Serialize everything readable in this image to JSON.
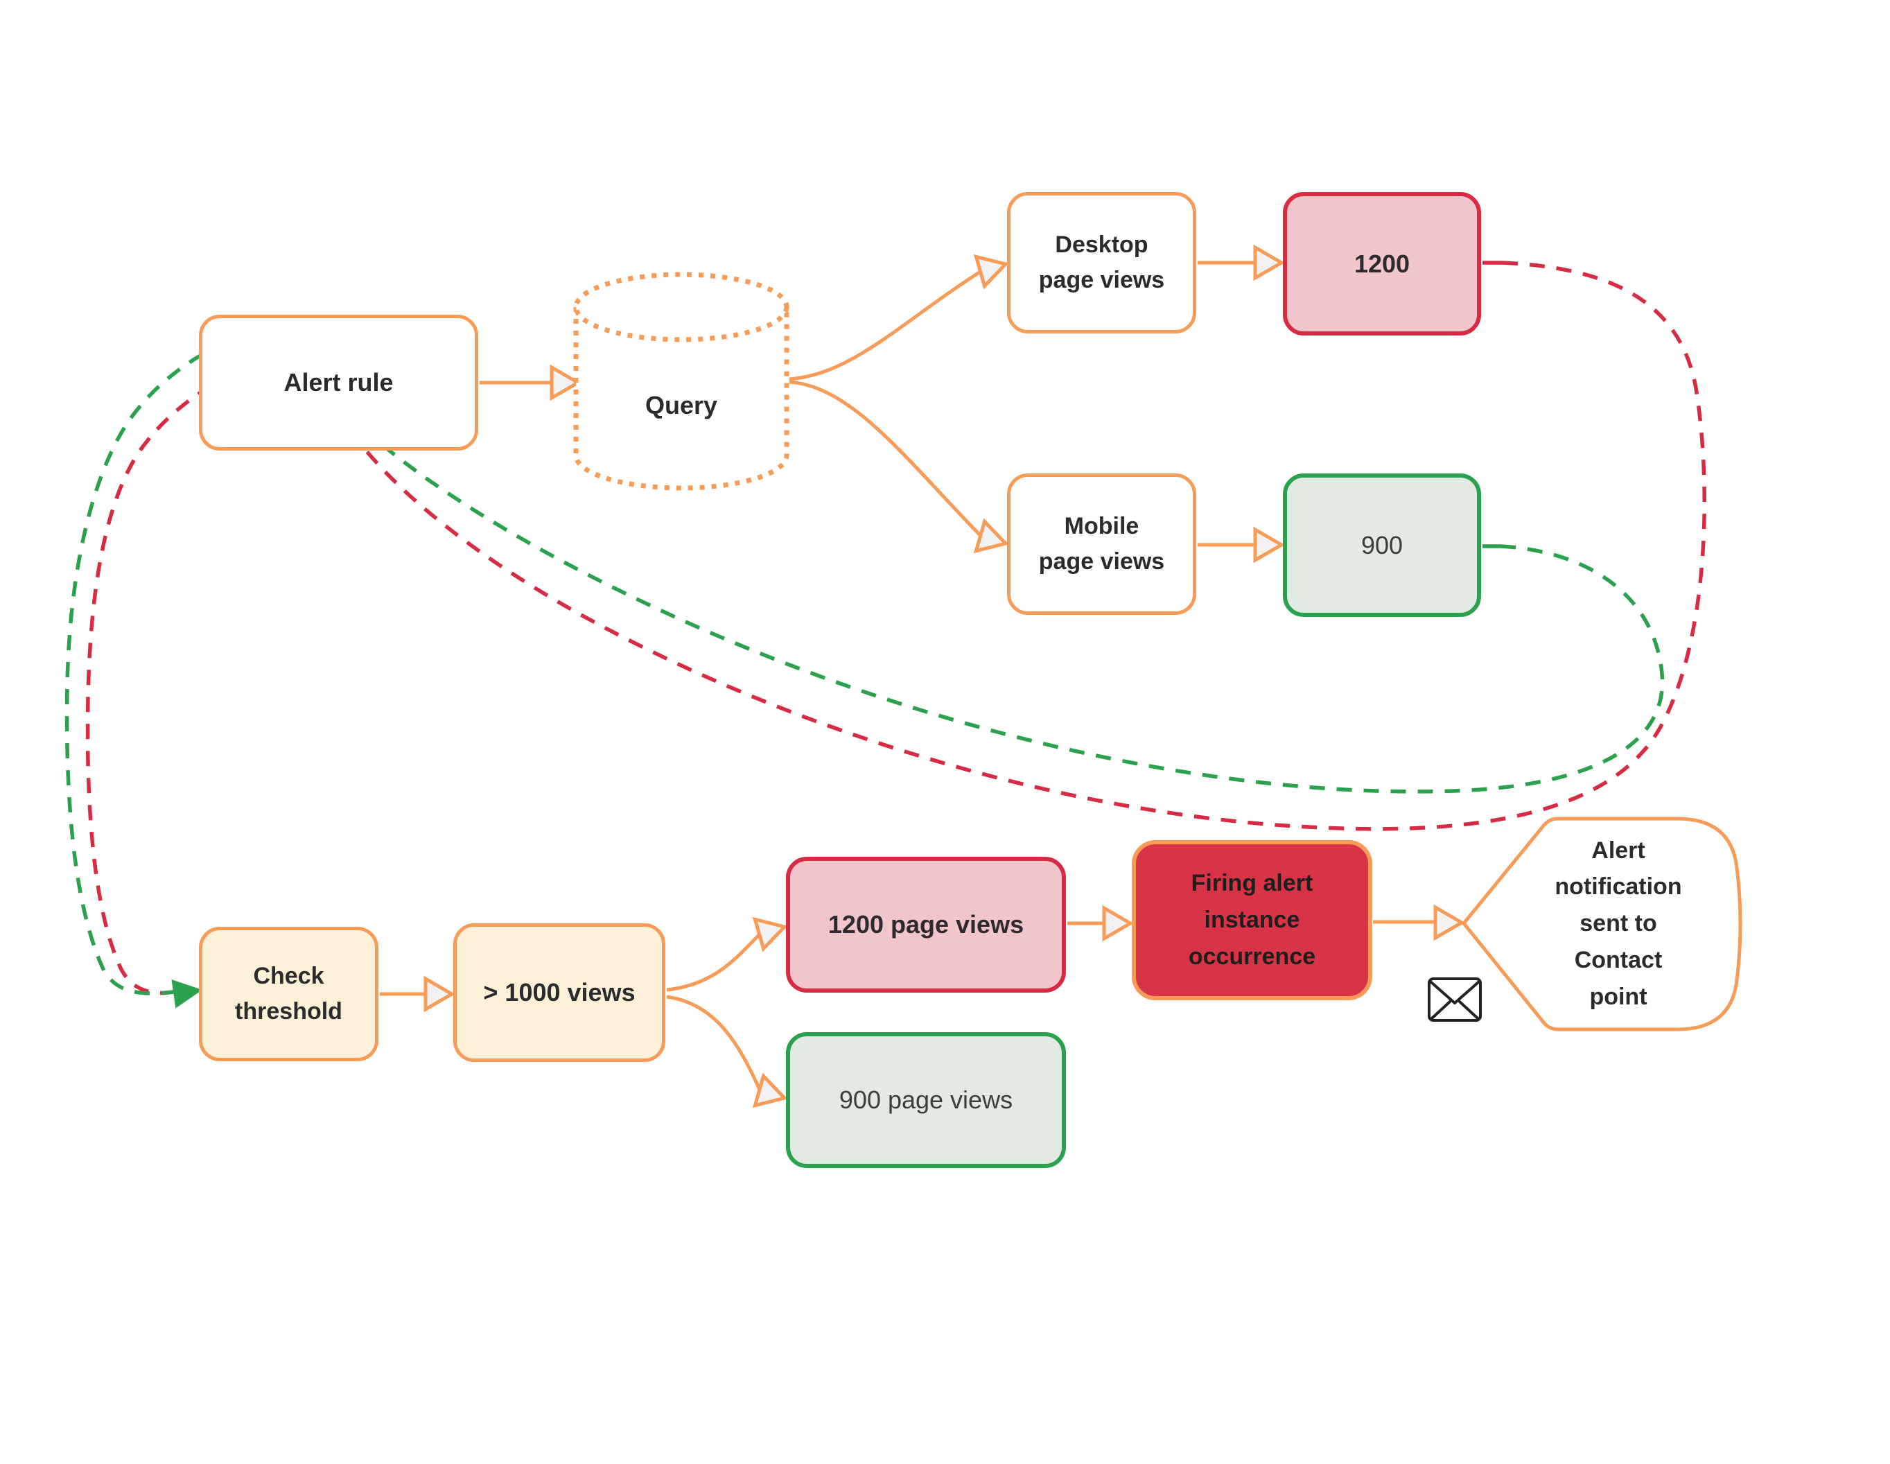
{
  "title": "Alert rule evaluation flow diagram",
  "colors": {
    "orange": "#f79b57",
    "red": "#d62b42",
    "pink": "#f2c5cb",
    "firing_red": "#d93347",
    "green": "#2aa14c",
    "light_green": "#e3eae2",
    "cream": "#fcf0d8",
    "text_dark": "#2b2b2b",
    "text_soft": "#3c3c3c",
    "arrow_fill": "#f2f2f2",
    "bg": "#ffffff"
  },
  "nodes": {
    "alert_rule": {
      "label": "Alert rule"
    },
    "query": {
      "label": "Query"
    },
    "desktop_page_views": {
      "label": "Desktop page views"
    },
    "desktop_value": {
      "label": "1200"
    },
    "mobile_page_views": {
      "label": "Mobile page views"
    },
    "mobile_value": {
      "label": "900"
    },
    "check_threshold": {
      "label": "Check threshold"
    },
    "threshold_condition": {
      "label": "> 1000 views"
    },
    "desktop_result": {
      "label": "1200 page views"
    },
    "mobile_result": {
      "label": "900 page views"
    },
    "firing_alert": {
      "label": "Firing alert instance occurrence"
    },
    "notification": {
      "label": "Alert notification sent to Contact point"
    }
  },
  "icons": {
    "envelope": "envelope-icon"
  },
  "edges": [
    {
      "from": "alert_rule",
      "to": "query",
      "style": "solid-orange"
    },
    {
      "from": "query",
      "to": "desktop_page_views",
      "style": "solid-orange"
    },
    {
      "from": "query",
      "to": "mobile_page_views",
      "style": "solid-orange"
    },
    {
      "from": "desktop_page_views",
      "to": "desktop_value",
      "style": "solid-orange"
    },
    {
      "from": "mobile_page_views",
      "to": "mobile_value",
      "style": "solid-orange"
    },
    {
      "from": "desktop_value",
      "to": "check_threshold",
      "style": "dashed-red"
    },
    {
      "from": "mobile_value",
      "to": "check_threshold",
      "style": "dashed-green"
    },
    {
      "from": "check_threshold",
      "to": "threshold_condition",
      "style": "solid-orange"
    },
    {
      "from": "threshold_condition",
      "to": "desktop_result",
      "style": "solid-orange"
    },
    {
      "from": "threshold_condition",
      "to": "mobile_result",
      "style": "solid-orange"
    },
    {
      "from": "desktop_result",
      "to": "firing_alert",
      "style": "solid-orange"
    },
    {
      "from": "firing_alert",
      "to": "notification",
      "style": "solid-orange"
    }
  ]
}
